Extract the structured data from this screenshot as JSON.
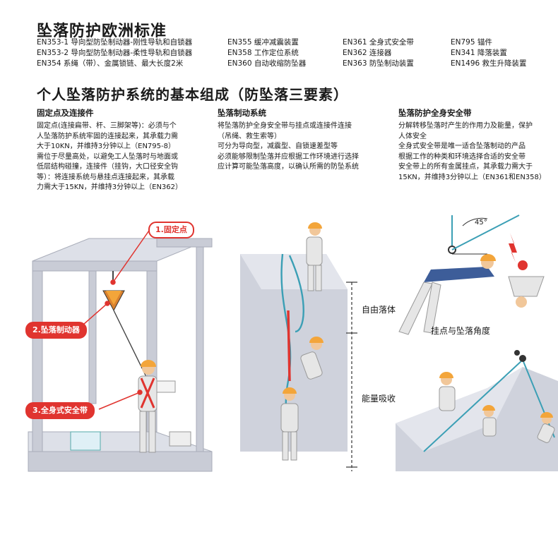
{
  "title": "坠落防护欧洲标准",
  "standards": [
    [
      "EN353-1 导向型防坠制动器-刚性导轨和自锁器",
      "EN353-2 导向型防坠制动器-柔性导轨和自锁器",
      "EN354  系绳（带）、金属锁链、最大长度2米"
    ],
    [
      "EN355  缓冲减震装置",
      "EN358  工作定位系统",
      "EN360  自动收缩防坠器"
    ],
    [
      "EN361  全身式安全带",
      "EN362  连接器",
      "EN363  防坠制动装置"
    ],
    [
      "EN795  锚件",
      "EN341  降落装置",
      "EN1496 救生升降装置"
    ]
  ],
  "subtitle": "个人坠落防护系统的基本组成（防坠落三要素）",
  "columns": [
    {
      "head": "固定点及连接件",
      "lines": [
        "固定点(连接扁带、杆、三脚架等)：必须与个",
        "人坠落防护系统牢固的连接起来，其承载力需",
        "大于10KN，并维持3分钟以上（EN795-8）",
        "需位于尽量高处，以避免工人坠落时与地面或",
        "低层结构碰撞，连接件（挂钩，大口径安全钩",
        "等）：将连接系统与悬挂点连接起来，其承载",
        "力需大于15KN，并维持3分钟以上（EN362）"
      ]
    },
    {
      "head": "坠落制动系统",
      "lines": [
        "将坠落防护全身安全带与挂点或连接件连接",
        "（吊绳、救生索等）",
        "可分为导向型，减震型、自锁速差型等",
        "必须能够限制坠落并应根据工作环境进行选择",
        "应计算可能坠落高度，以确认所需的防坠系统"
      ]
    },
    {
      "head": "坠落防护全身安全带",
      "lines": [
        "分解转移坠落时产生的作用力及能量，保护",
        "人体安全",
        "全身式安全带是唯一适合坠落制动的产品",
        "根据工作的种类和环境选择合适的安全带",
        "安全带上的所有金属挂点，其承载力需大于",
        "15KN，并维持3分钟以上（EN361和EN358）"
      ]
    }
  ],
  "callouts": [
    "1.固定点",
    "2.坠落制动器",
    "3.全身式安全带"
  ],
  "diagram_labels": {
    "free_fall": "自由落体",
    "energy_absorb": "能量吸收",
    "anchor_angle": "挂点与坠落角度",
    "angle": "45°"
  },
  "colors": {
    "accent_red": "#e0342f",
    "structure": "#c9ccd6",
    "rope": "#3b9fb5",
    "helmet": "#f3a53a"
  }
}
